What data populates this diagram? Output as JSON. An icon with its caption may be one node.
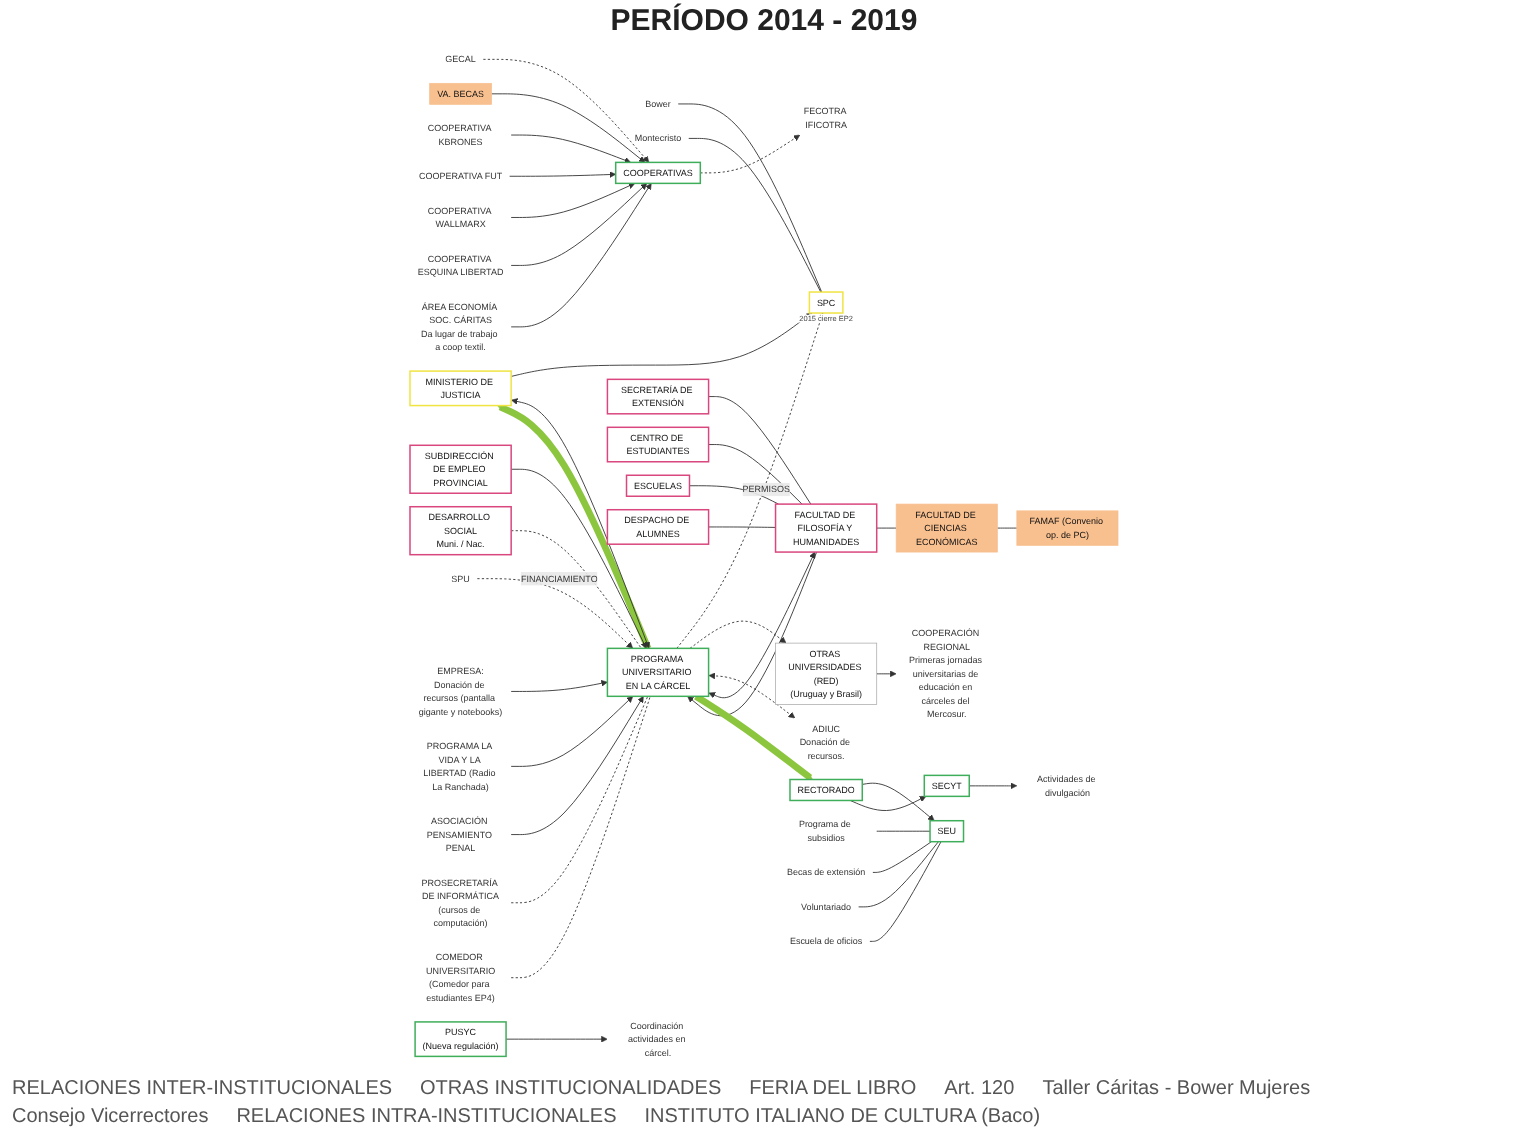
{
  "diagram": {
    "title": "PERÍODO 2014 - 2019",
    "nodes": [
      {
        "text": [
          "MINISTERIO DE JUSTICIA"
        ]
      },
      {
        "text": [
          "SPC"
        ],
        "beside": [
          "2015 cierre EP2"
        ]
      },
      {
        "text": [
          "Bower"
        ]
      },
      {
        "text": [
          "Montecristo"
        ]
      },
      {
        "text": [
          "OTRAS UNIVERSIDADES (RED)",
          "(Uruguay y Brasil)"
        ]
      },
      {
        "text": [
          "COOPERACIÓN REGIONAL",
          "Primeras jornadas universitarias de educación en cárceles del Mercosur."
        ]
      },
      {
        "text": [
          "SUBDIRECCIÓN DE EMPLEO PROVINCIAL"
        ]
      },
      {
        "text": [
          "DESARROLLO SOCIAL",
          "Muni. / Nac."
        ]
      },
      {
        "text": [
          "SPU"
        ]
      },
      {
        "text": [
          "PROGRAMA UNIVERSITARIO EN LA CÁRCEL"
        ]
      },
      {
        "text": [
          "ADIUC",
          "Donación de recursos."
        ]
      },
      {
        "text": [
          "COOPERATIVAS"
        ]
      },
      {
        "text": [
          "GECAL"
        ]
      },
      {
        "text": [
          "FECOTRA IFICOTRA"
        ]
      },
      {
        "text": [
          "FACULTAD DE FILOSOFÍA Y HUMANIDADES"
        ]
      },
      {
        "text": [
          "SECRETARÍA DE EXTENSIÓN"
        ]
      },
      {
        "text": [
          "CENTRO DE ESTUDIANTES"
        ]
      },
      {
        "text": [
          "ESCUELAS"
        ]
      },
      {
        "text": [
          "DESPACHO DE ALUMNES"
        ]
      },
      {
        "text": [
          "FACULTAD DE CIENCIAS ECONÓMICAS"
        ]
      },
      {
        "text": [
          "VA. BECAS"
        ]
      },
      {
        "text": [
          "FAMAF (Convenio op. de PC)"
        ]
      },
      {
        "text": [
          "PROSECRETARÍA DE INFORMÁTICA",
          "(cursos de computación)"
        ]
      },
      {
        "text": [
          "COMEDOR UNIVERSITARIO",
          "(Comedor para estudiantes EP4)"
        ]
      },
      {
        "text": [
          "RECTORADO"
        ]
      },
      {
        "text": [
          "PUSYC",
          "(Nueva regulación)"
        ]
      },
      {
        "text": [
          "Coordinación actividades en cárcel."
        ]
      },
      {
        "text": [
          "SEU"
        ]
      },
      {
        "text": [
          "SECYT"
        ]
      },
      {
        "text": [
          "Actividades de divulgación"
        ]
      },
      {
        "text": [
          "Programa de subsidios"
        ]
      },
      {
        "text": [
          "Becas de extensión"
        ]
      },
      {
        "text": [
          "Voluntariado"
        ]
      },
      {
        "text": [
          "Escuela de oficios"
        ]
      },
      {
        "text": [
          "EMPRESA:",
          "Donación de recursos (pantalla gigante y notebooks)"
        ]
      },
      {
        "text": [
          "PROGRAMA LA VIDA Y LA LIBERTAD (Radio La Ranchada)"
        ]
      },
      {
        "text": [
          "ASOCIACIÓN PENSAMIENTO PENAL"
        ]
      },
      {
        "text": [
          "COOPERATIVA KBRONES"
        ]
      },
      {
        "text": [
          "COOPERATIVA FUT"
        ]
      },
      {
        "text": [
          "COOPERATIVA WALLMARX"
        ]
      },
      {
        "text": [
          "COOPERATIVA ESQUINA LIBERTAD"
        ]
      },
      {
        "text": [
          "ÁREA ECONOMÍA SOC. CÁRITAS",
          "Da lugar de trabajo a coop textil."
        ]
      }
    ],
    "edges": [
      {
        "from": 0,
        "to": 1,
        "arrow": "to"
      },
      {
        "from": 2,
        "to": 1,
        "arrow": "none"
      },
      {
        "from": 3,
        "to": 1,
        "arrow": "none"
      },
      {
        "from": 9,
        "to": 1,
        "arrow": "to",
        "label": "PERMISOS",
        "style": "dashed"
      },
      {
        "from": 9,
        "to": 4,
        "arrow": "to",
        "style": "dashed"
      },
      {
        "from": 4,
        "to": 5,
        "arrow": "to"
      },
      {
        "from": 9,
        "to": 0,
        "arrow": "to",
        "style": "thick",
        "color": "#8cc63f"
      },
      {
        "from": 0,
        "to": 9,
        "arrow": "both"
      },
      {
        "from": 6,
        "to": 9,
        "arrow": "to"
      },
      {
        "from": 7,
        "to": 9,
        "arrow": "none",
        "style": "dashed"
      },
      {
        "from": 8,
        "to": 9,
        "arrow": "to",
        "label": "FINANCIAMIENTO",
        "style": "dashed"
      },
      {
        "from": 9,
        "to": 10,
        "arrow": "both",
        "style": "dashed"
      },
      {
        "from": 34,
        "to": 9,
        "arrow": "to"
      },
      {
        "from": 35,
        "to": 9,
        "arrow": "to"
      },
      {
        "from": 36,
        "to": 9,
        "arrow": "to"
      },
      {
        "from": 12,
        "to": 11,
        "arrow": "to",
        "style": "dashed"
      },
      {
        "from": 11,
        "to": 13,
        "arrow": "to",
        "style": "dashed"
      },
      {
        "from": 20,
        "to": 11,
        "arrow": "to"
      },
      {
        "from": 37,
        "to": 11,
        "arrow": "to"
      },
      {
        "from": 38,
        "to": 11,
        "arrow": "to"
      },
      {
        "from": 39,
        "to": 11,
        "arrow": "to"
      },
      {
        "from": 40,
        "to": 11,
        "arrow": "to"
      },
      {
        "from": 41,
        "to": 11,
        "arrow": "to"
      },
      {
        "from": 14,
        "to": 9,
        "arrow": "to"
      },
      {
        "from": 9,
        "to": 14,
        "arrow": "both"
      },
      {
        "from": 15,
        "to": 14,
        "arrow": "none"
      },
      {
        "from": 16,
        "to": 14,
        "arrow": "none"
      },
      {
        "from": 17,
        "to": 14,
        "arrow": "none"
      },
      {
        "from": 18,
        "to": 14,
        "arrow": "none"
      },
      {
        "from": 14,
        "to": 19,
        "arrow": "none"
      },
      {
        "from": 19,
        "to": 21,
        "arrow": "none"
      },
      {
        "from": 9,
        "to": 24,
        "arrow": "to",
        "style": "thick",
        "color": "#8cc63f"
      },
      {
        "from": 22,
        "to": 9,
        "arrow": "none",
        "style": "dashed"
      },
      {
        "from": 23,
        "to": 9,
        "arrow": "none",
        "style": "dashed"
      },
      {
        "from": 24,
        "to": 27,
        "arrow": "to"
      },
      {
        "from": 24,
        "to": 28,
        "arrow": "to"
      },
      {
        "from": 25,
        "to": 26,
        "arrow": "to"
      },
      {
        "from": 28,
        "to": 29,
        "arrow": "to"
      },
      {
        "from": 30,
        "to": 27,
        "arrow": "none"
      },
      {
        "from": 31,
        "to": 27,
        "arrow": "none"
      },
      {
        "from": 32,
        "to": 27,
        "arrow": "none"
      },
      {
        "from": 33,
        "to": 27,
        "arrow": "none"
      }
    ],
    "labels": [
      "RELACIONES INTER-INSTITUCIONALES",
      "OTRAS INSTITUCIONALIDADES",
      "FERIA DEL LIBRO",
      "Art. 120",
      "Taller Cáritas - Bower Mujeres",
      "Consejo Vicerrectores",
      "RELACIONES INTRA-INSTITUCIONALES",
      "INSTITUTO ITALIANO DE CULTURA (Baco)"
    ]
  }
}
